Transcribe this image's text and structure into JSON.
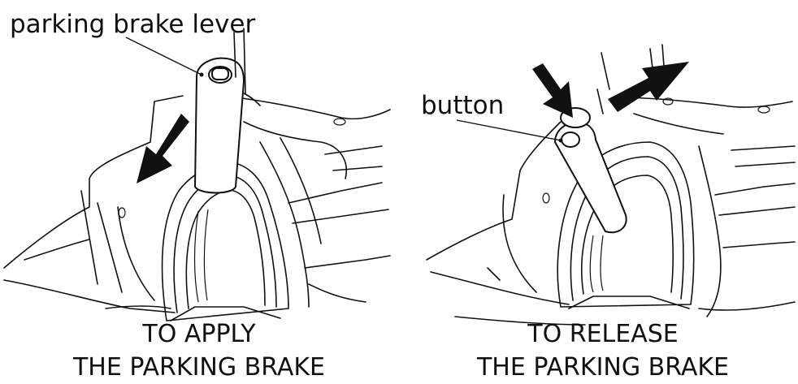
{
  "labels": {
    "parking_brake_lever": "parking brake lever",
    "button": "button"
  },
  "captions": {
    "apply_line1": "TO APPLY",
    "apply_line2": "THE PARKING BRAKE",
    "release_line1": "TO RELEASE",
    "release_line2": "THE PARKING BRAKE"
  }
}
